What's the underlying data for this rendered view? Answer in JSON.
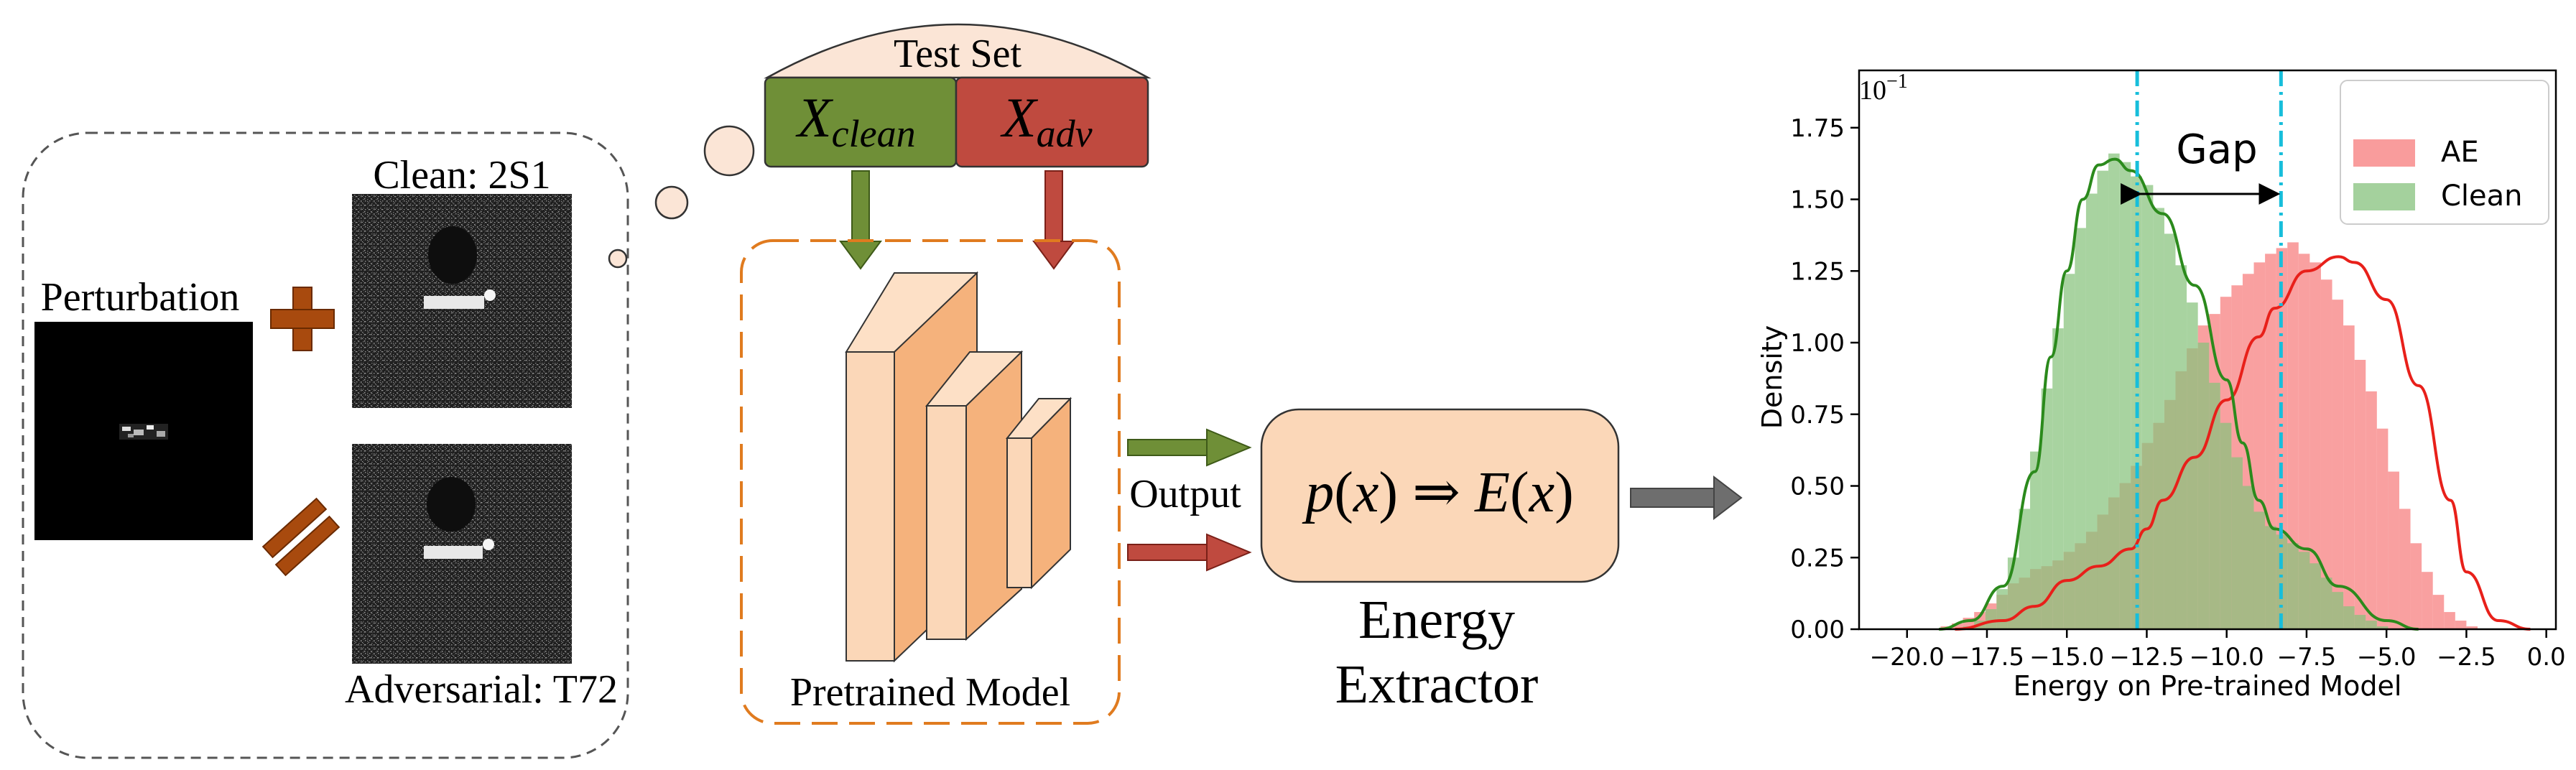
{
  "left_panel": {
    "clean_label": "Clean: 2S1",
    "perturbation_label": "Perturbation",
    "adversarial_label": "Adversarial: T72",
    "plus_icon": "plus-icon",
    "equals_icon": "equals-icon"
  },
  "test_set": {
    "title": "Test Set",
    "clean_symbol": "X",
    "clean_subscript": "clean",
    "adv_symbol": "X",
    "adv_subscript": "adv",
    "clean_color": "#6f8f37",
    "adv_color": "#bf4a3f",
    "dome_color": "#fbe5d6"
  },
  "model": {
    "label": "Pretrained Model",
    "output_label": "Output",
    "layer_color": "#f8be8f",
    "box_border_color": "#e07b1f"
  },
  "extractor": {
    "formula_p": "p",
    "formula_x1": "x",
    "formula_arrow": "⇒",
    "formula_E": "E",
    "formula_x2": "x",
    "label_line1": "Energy",
    "label_line2": "Extractor",
    "fill_color": "#fbd7b8"
  },
  "chart_data": {
    "type": "histogram",
    "xlabel": "Energy on Pre-trained Model",
    "ylabel": "Density",
    "multiplier_label": "10",
    "multiplier_exp": "−1",
    "annotation": "Gap",
    "xlim": [
      -21.5,
      0.3
    ],
    "ylim": [
      0,
      1.95
    ],
    "x_ticks": [
      -20.0,
      -17.5,
      -15.0,
      -12.5,
      -10.0,
      -7.5,
      -5.0,
      -2.5,
      0.0
    ],
    "x_tick_labels": [
      "−20.0",
      "−17.5",
      "−15.0",
      "−12.5",
      "−10.0",
      "−7.5",
      "−5.0",
      "−2.5",
      "0.0"
    ],
    "y_ticks": [
      0.0,
      0.25,
      0.5,
      0.75,
      1.0,
      1.25,
      1.5,
      1.75
    ],
    "y_tick_labels": [
      "0.00",
      "0.25",
      "0.50",
      "0.75",
      "1.00",
      "1.25",
      "1.50",
      "1.75"
    ],
    "gap_lines": [
      -12.8,
      -8.3
    ],
    "legend_position": "top-right",
    "series": [
      {
        "name": "AE",
        "color": "#f77b7b",
        "line_color": "#e8201a",
        "kde": [
          [
            -18.5,
            0.0
          ],
          [
            -17.0,
            0.03
          ],
          [
            -16.0,
            0.08
          ],
          [
            -15.0,
            0.17
          ],
          [
            -14.0,
            0.22
          ],
          [
            -13.0,
            0.28
          ],
          [
            -12.5,
            0.35
          ],
          [
            -12.0,
            0.45
          ],
          [
            -11.0,
            0.6
          ],
          [
            -10.0,
            0.8
          ],
          [
            -9.0,
            1.02
          ],
          [
            -8.5,
            1.12
          ],
          [
            -7.5,
            1.25
          ],
          [
            -6.5,
            1.3
          ],
          [
            -6.0,
            1.28
          ],
          [
            -5.0,
            1.15
          ],
          [
            -4.0,
            0.85
          ],
          [
            -3.0,
            0.45
          ],
          [
            -2.5,
            0.2
          ],
          [
            -1.5,
            0.03
          ],
          [
            -0.5,
            0.0
          ]
        ],
        "hist": [
          0.0,
          0.0,
          0.0,
          0.01,
          0.02,
          0.04,
          0.06,
          0.09,
          0.12,
          0.16,
          0.18,
          0.21,
          0.22,
          0.24,
          0.27,
          0.3,
          0.34,
          0.4,
          0.46,
          0.51,
          0.57,
          0.65,
          0.72,
          0.8,
          0.9,
          0.98,
          1.06,
          1.1,
          1.16,
          1.2,
          1.24,
          1.28,
          1.31,
          1.33,
          1.35,
          1.31,
          1.28,
          1.22,
          1.15,
          1.06,
          0.94,
          0.83,
          0.7,
          0.55,
          0.42,
          0.3,
          0.2,
          0.12,
          0.06,
          0.03,
          0.01,
          0.0,
          0.0,
          0.0
        ]
      },
      {
        "name": "Clean",
        "color": "#86c27c",
        "line_color": "#2b8a1c",
        "kde": [
          [
            -19.0,
            0.0
          ],
          [
            -18.0,
            0.03
          ],
          [
            -17.0,
            0.15
          ],
          [
            -16.0,
            0.55
          ],
          [
            -15.5,
            0.95
          ],
          [
            -15.0,
            1.25
          ],
          [
            -14.5,
            1.5
          ],
          [
            -14.0,
            1.62
          ],
          [
            -13.5,
            1.64
          ],
          [
            -13.0,
            1.6
          ],
          [
            -12.0,
            1.45
          ],
          [
            -11.0,
            1.2
          ],
          [
            -10.0,
            0.87
          ],
          [
            -9.5,
            0.65
          ],
          [
            -9.0,
            0.45
          ],
          [
            -8.5,
            0.35
          ],
          [
            -7.5,
            0.28
          ],
          [
            -6.5,
            0.15
          ],
          [
            -5.0,
            0.03
          ],
          [
            -4.0,
            0.0
          ]
        ],
        "hist": [
          0.0,
          0.0,
          0.0,
          0.0,
          0.0,
          0.01,
          0.03,
          0.07,
          0.14,
          0.25,
          0.42,
          0.62,
          0.84,
          1.05,
          1.24,
          1.4,
          1.52,
          1.6,
          1.66,
          1.63,
          1.58,
          1.55,
          1.47,
          1.38,
          1.27,
          1.14,
          1.0,
          0.86,
          0.72,
          0.6,
          0.5,
          0.41,
          0.36,
          0.33,
          0.3,
          0.27,
          0.23,
          0.18,
          0.13,
          0.08,
          0.05,
          0.03,
          0.01,
          0.0,
          0.0,
          0.0,
          0.0,
          0.0,
          0.0,
          0.0,
          0.0,
          0.0,
          0.0,
          0.0
        ]
      }
    ],
    "hist_start": -20.0,
    "hist_bin_width": 0.35
  }
}
